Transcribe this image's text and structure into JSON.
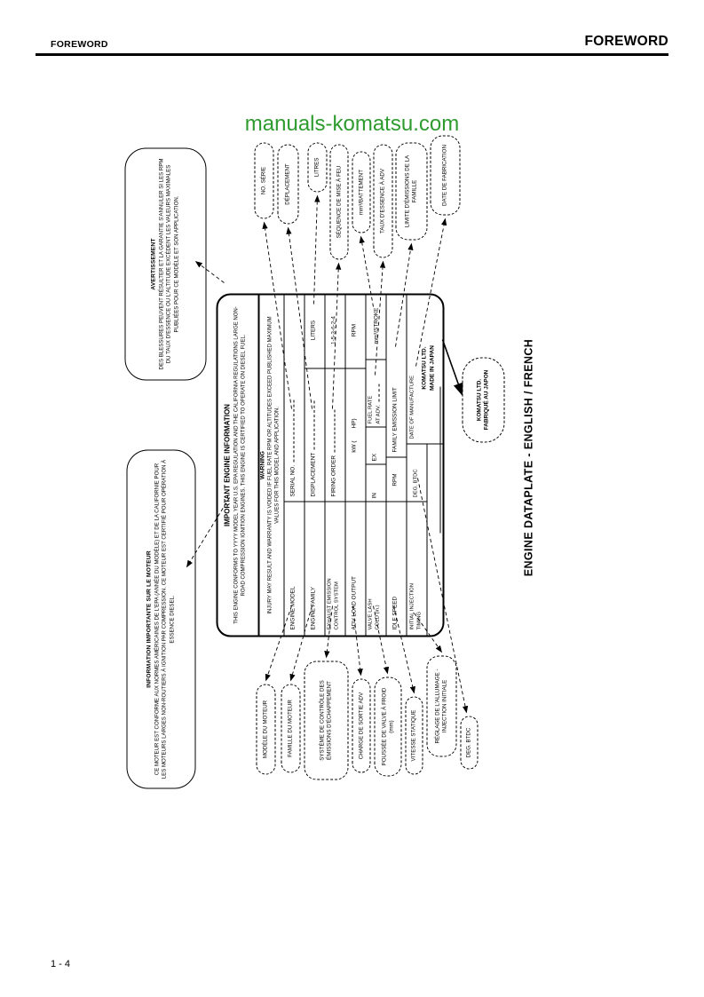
{
  "page": {
    "header_left": "FOREWORD",
    "header_right": "FOREWORD",
    "watermark": "manuals-komatsu.com",
    "footer_page": "1 - 4",
    "watermark_color": "#2e9b2e"
  },
  "caption": "ENGINE DATAPLATE - ENGLISH / FRENCH",
  "bubbles": {
    "information": {
      "title": "INFORMATION IMPORTANTE SUR LE MOTEUR",
      "body": "CE MOTEUR EST CONFORME AUX NORMES AMÉRICAINES DE L'EPA (ANNÉE DU MODÈLE) ET DE LA CALIFORNIE POUR LES MOTEURS LARGES NON-ROUTIERS À IGNITION PAR COMPRESSION. CE MOTEUR EST CERTIFIÉ POUR OPÉRATION À ESSENCE DIESEL."
    },
    "avertissement": {
      "title": "AVERTISSEMENT",
      "body": "DES BLESSURES PEUVENT RÉSULTER ET LA GARANTIE S'ANNULER SI LES RPM DU TAUX D'ESSENCE OU L'ALTITUDE EXCÈDENT LES VALEURS MAXIMALES PUBLIÉES POUR CE MODÈLE ET SON APPLICATION."
    }
  },
  "plate": {
    "title": "IMPORTANT ENGINE INFORMATION",
    "conformity": "THIS ENGINE CONFORMS TO YYYY MODEL YEAR U.S. EPA REGULATION AND THE CALIFORNIA REGULATIONS LARGE NON-ROAD COMPRESSION IGNITION ENGINES. THIS ENGINE IS CERTIFIED TO OPERATE ON DIESEL FUEL.",
    "warning_title": "WARNING",
    "warning_body": "INJURY MAY RESULT AND WARRANTY IS VOIDED IF FUEL RATE RPM OR ALTITUDES EXCEED PUBLISHED MAXIMUM VALUES FOR THIS MODEL AND APPLICATION.",
    "engine_model": "ENGINE MODEL",
    "serial_no": "SERIAL NO.",
    "engine_family": "ENGINE FAMILY",
    "displacement": "DISPLACEMENT",
    "liters": "LITERS",
    "exhaust_line1": "EXHAUST EMISSION",
    "exhaust_line2": "CONTROL SYSTEM",
    "firing_order": "FIRING ORDER",
    "firing_value": "1-5-3-6-2-4",
    "adv_load": "ADV LOAD OUTPUT",
    "kw_hp": "kW (        HP)",
    "rpm_adv": "RPM",
    "valve_lash_line1": "VALVE LASH",
    "valve_lash_line2": "COLD (in.)",
    "valve_in": "IN",
    "valve_ex": "EX",
    "fuel_rate_line1": "FUEL RATE",
    "fuel_rate_line2": "AT ADV.",
    "mm3_stroke": "mm³/STROKE",
    "idle_speed": "IDLE SPEED",
    "rpm_idle": "RPM",
    "family_limit": "FAMILY EMISSION LIMIT",
    "initial_injection_line1": "INITIAL INJECTION",
    "initial_injection_line2": "TIMING",
    "deg_btdc": "DEG. BTDC",
    "date_mfg": "DATE OF MANUFACTURE",
    "maker_line1": "KOMATSU LTD.",
    "maker_line2": "MADE IN JAPAN"
  },
  "callouts": {
    "left": [
      "MODÈLE DU MOTEUR",
      "FAMILLE DU MOTEUR",
      "SYSTÈME DE CONTRÔLE DES ÉMISSIONS D'ÉCHAPPEMENT",
      "CHARGE DE SORTIE ADV",
      "POUSSÉE DE VALVE À FROID (mm)",
      "VITESSE STATIQUE",
      "RÉGLAGE DE L'ALLUMAGE - INJECTION INITIALE",
      "DEG. BTDC"
    ],
    "right": [
      "NO. SÉRIE",
      "DÉPLACEMENT",
      "LITRES",
      "SÉQUENCE DE MISE À FEU",
      "mm³/BATTEMENT",
      "TAUX D'ESSENCE À ADV",
      "LIMITE D'ÉMISSIONS DE LA FAMILLE",
      "DATE DE FABRICATION"
    ]
  },
  "komatsu_bubble": {
    "line1": "KOMATSU LTD.",
    "line2": "FABRIQUÉ AU JAPON"
  }
}
